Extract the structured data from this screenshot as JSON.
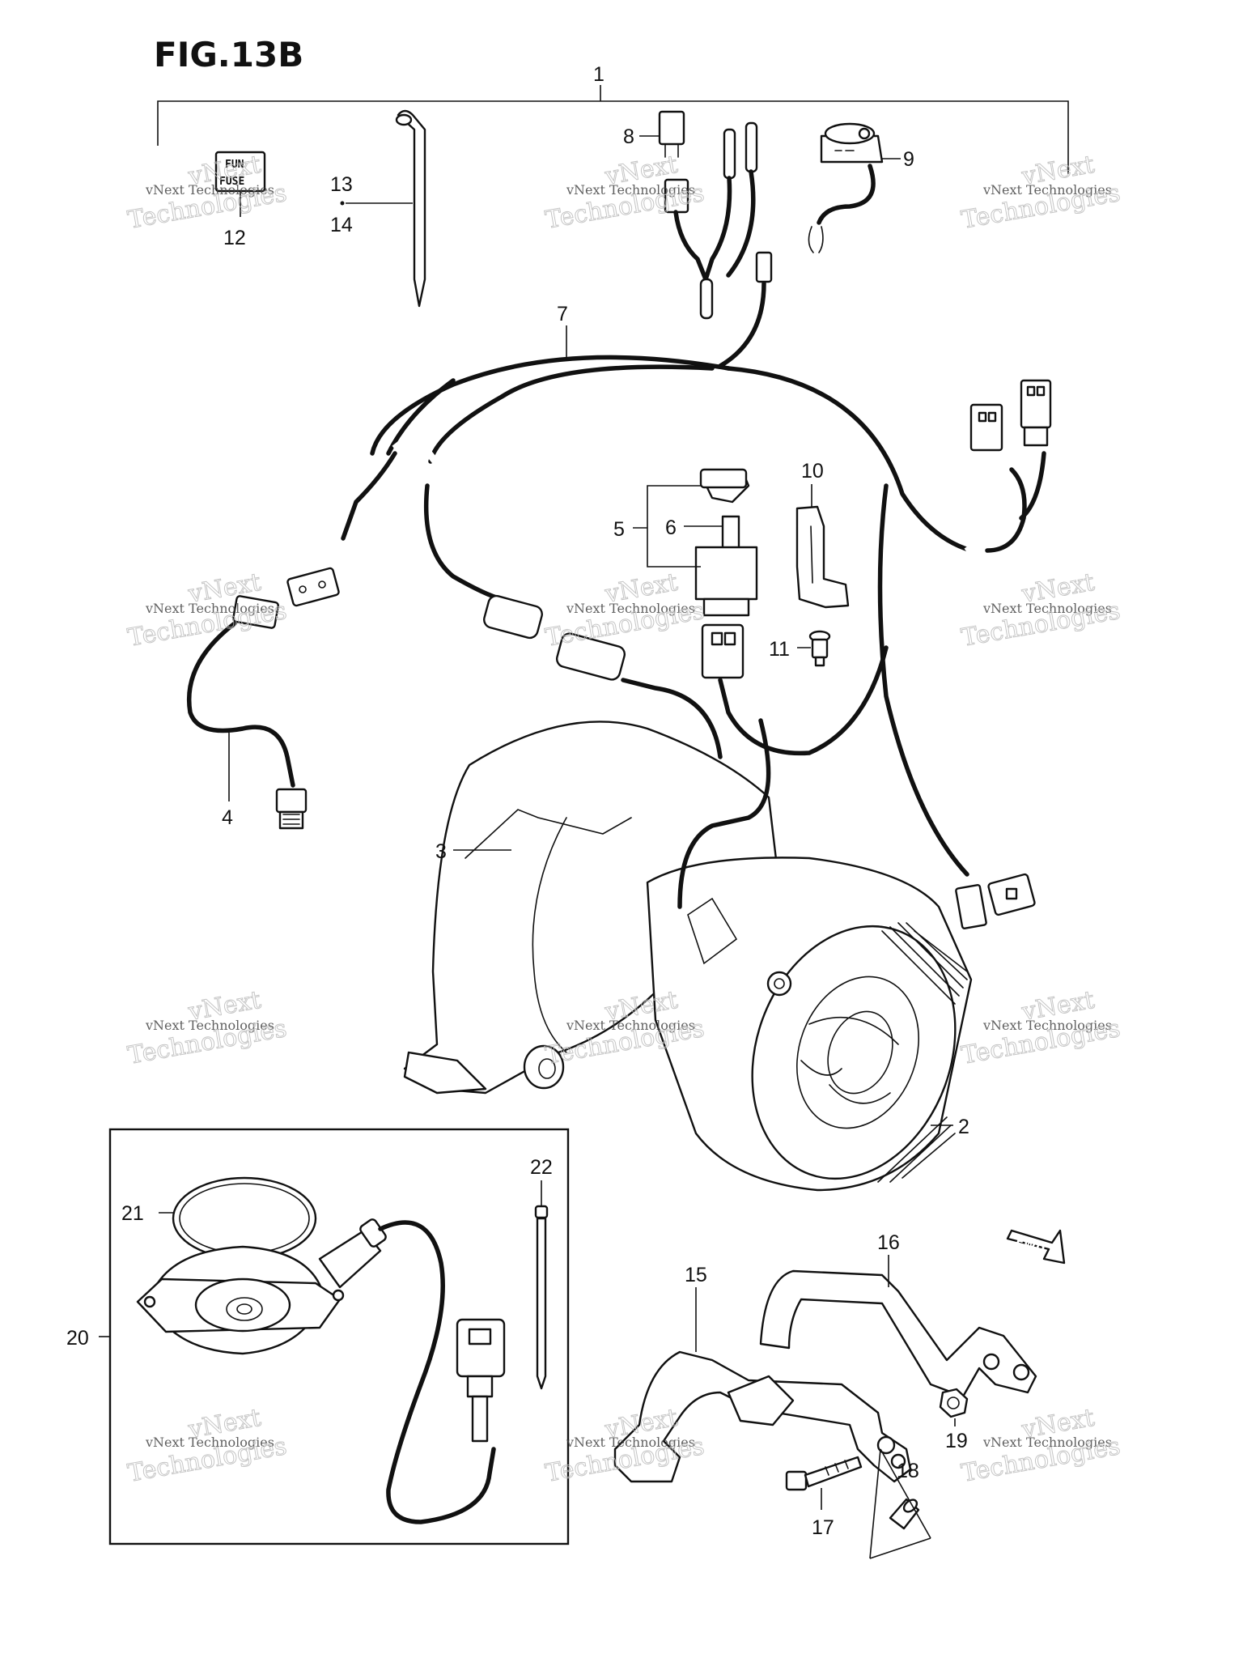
{
  "figure": {
    "title": "FIG.13B"
  },
  "fuse_label": {
    "line1": "FUN",
    "line2": "FUSE"
  },
  "fwd_label": "FWD",
  "callouts": {
    "c1": "1",
    "c2": "2",
    "c3": "3",
    "c4": "4",
    "c5": "5",
    "c6": "6",
    "c7": "7",
    "c8": "8",
    "c9": "9",
    "c10": "10",
    "c11": "11",
    "c12": "12",
    "c13": "13",
    "c14": "14",
    "c15": "15",
    "c16": "16",
    "c17": "17",
    "c18": "18",
    "c19": "19",
    "c20": "20",
    "c21": "21",
    "c22": "22"
  },
  "watermark": {
    "line1": "vNext Technologies",
    "line2": "Technologies",
    "line3": "vNext"
  },
  "colors": {
    "ink": "#111111",
    "paper": "#ffffff",
    "watermark": "#bbbbbb"
  }
}
